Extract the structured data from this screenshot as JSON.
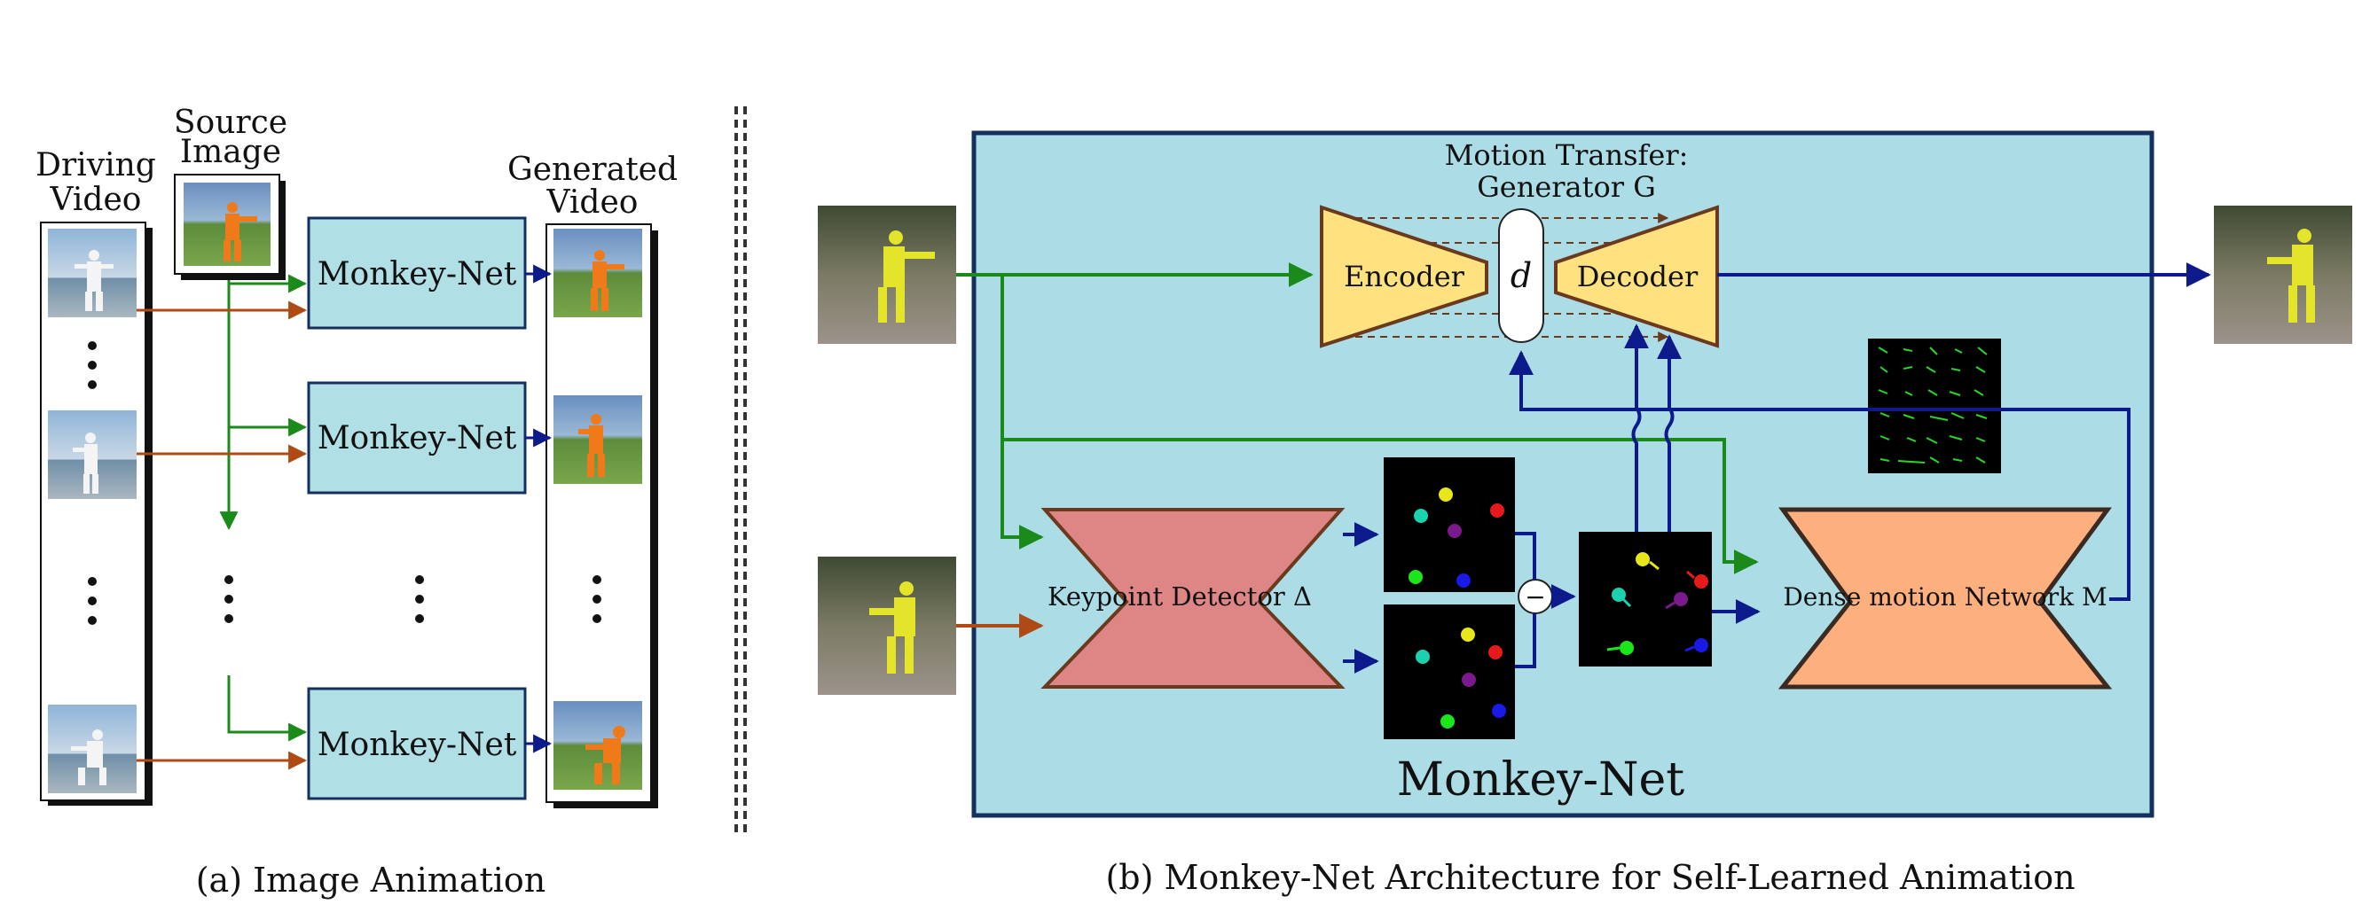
{
  "panel_a": {
    "driving_video_label_1": "Driving",
    "driving_video_label_2": "Video",
    "source_image_label_1": "Source",
    "source_image_label_2": "Image",
    "generated_video_label_1": "Generated",
    "generated_video_label_2": "Video",
    "block_label": "Monkey-Net",
    "caption": "(a) Image Animation"
  },
  "panel_b": {
    "motion_transfer_title_1": "Motion Transfer:",
    "motion_transfer_title_2": "Generator G",
    "encoder_label": "Encoder",
    "decoder_label": "Decoder",
    "bottleneck_label": "d",
    "keypoint_detector_label": "Keypoint Detector Δ",
    "dense_motion_label": "Dense motion Network M",
    "minus_symbol": "−",
    "container_label": "Monkey-Net",
    "caption": "(b) Monkey-Net Architecture for Self-Learned Animation"
  },
  "colors": {
    "green_arrow": "#1a8a1a",
    "orange_arrow": "#b04a14",
    "navy_arrow": "#0d1a8c",
    "block_fill": "#b0dfe6",
    "container_fill": "#acdde6",
    "encoder_fill": "#fde27f",
    "keypoint_fill": "#de8585",
    "dense_fill": "#fdb07d"
  }
}
